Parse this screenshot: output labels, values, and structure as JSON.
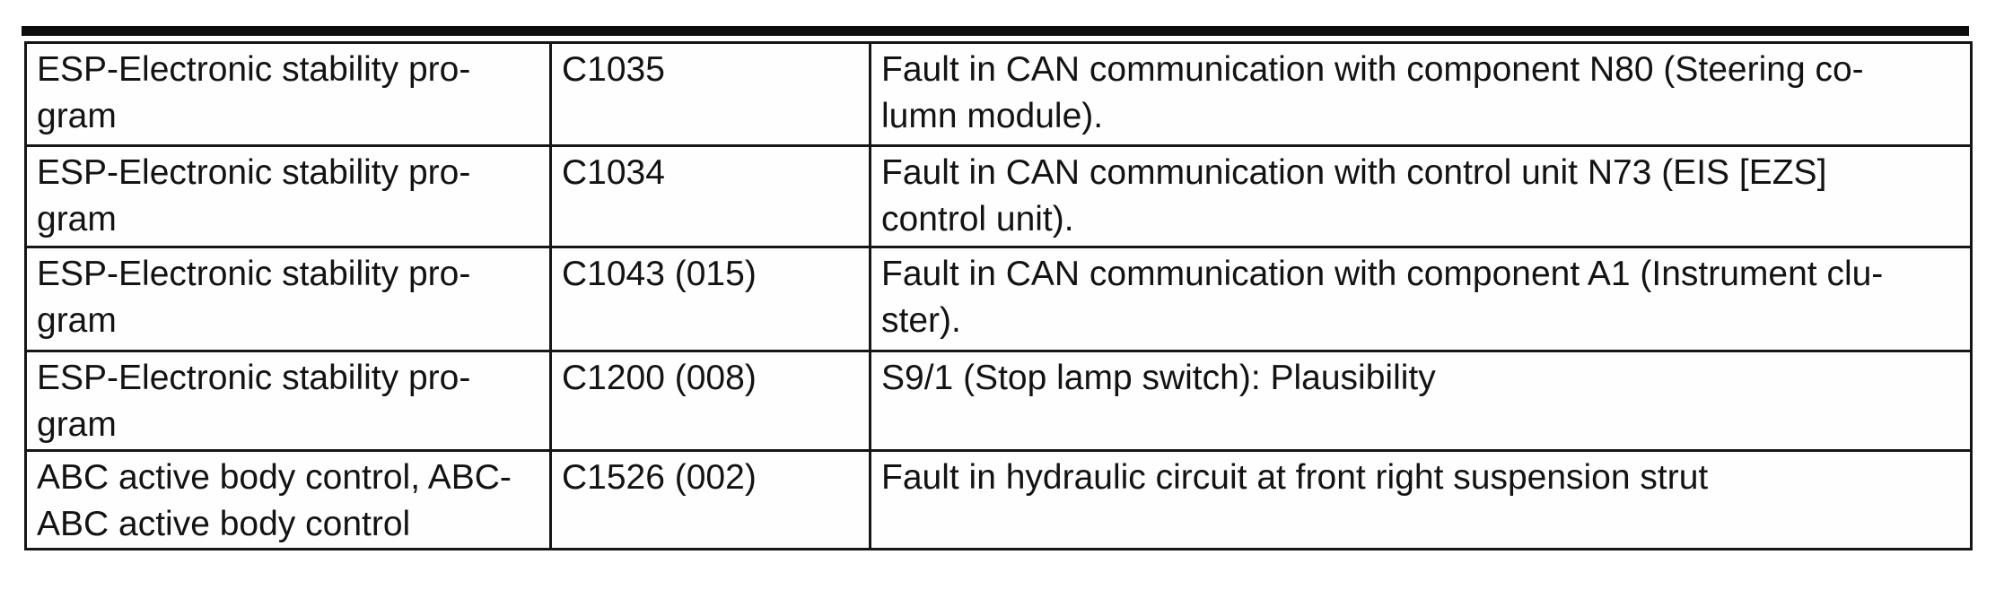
{
  "page": {
    "background_color": "#ffffff",
    "text_color": "#131313",
    "rule_color": "#0d0d0d",
    "border_color": "#161616"
  },
  "table": {
    "rows": [
      {
        "system_line1": "ESP-Electronic stability pro-",
        "system_line2": "gram",
        "code": "C1035",
        "desc_line1": "Fault in CAN communication with component N80 (Steering co-",
        "desc_line2": "lumn module)."
      },
      {
        "system_line1": "ESP-Electronic stability pro-",
        "system_line2": "gram",
        "code": "C1034",
        "desc_line1": "Fault in CAN communication with control unit N73 (EIS [EZS]",
        "desc_line2": "control unit)."
      },
      {
        "system_line1": "ESP-Electronic stability pro-",
        "system_line2": "gram",
        "code": "C1043 (015)",
        "desc_line1": "Fault in CAN communication with component A1 (Instrument clu-",
        "desc_line2": "ster)."
      },
      {
        "system_line1": "ESP-Electronic stability pro-",
        "system_line2": "gram",
        "code": "C1200 (008)",
        "desc_line1": "S9/1 (Stop lamp switch): Plausibility",
        "desc_line2": ""
      },
      {
        "system_line1": "ABC active body control, ABC-",
        "system_line2": "ABC active body control",
        "code": "C1526 (002)",
        "desc_line1": "Fault in hydraulic circuit at front right suspension strut",
        "desc_line2": ""
      }
    ]
  }
}
